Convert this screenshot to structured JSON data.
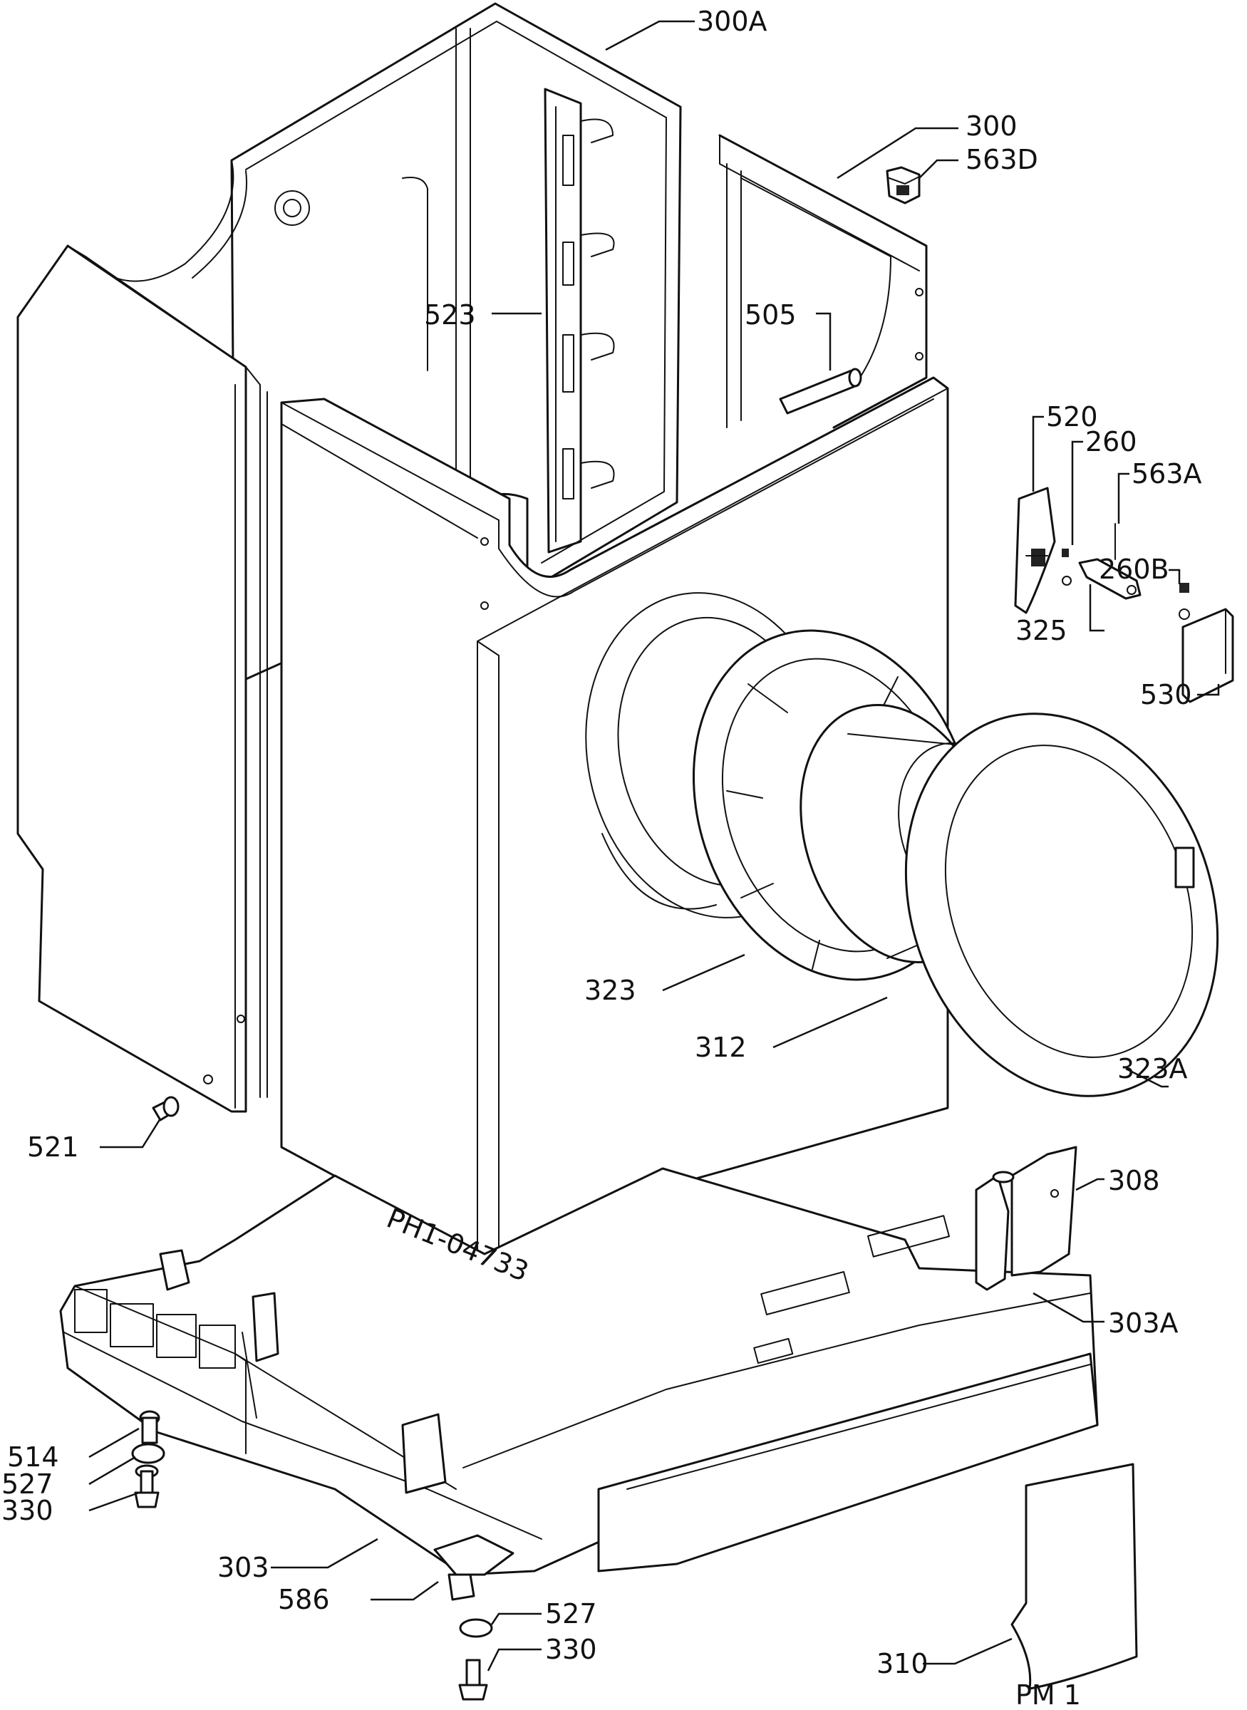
{
  "drawing_code": "PH1-04733",
  "sheet_label": "PM 1",
  "parts": {
    "p300A": "300A",
    "p300": "300",
    "p563D": "563D",
    "p523": "523",
    "p505": "505",
    "p520": "520",
    "p260": "260",
    "p563A": "563A",
    "p260B": "260B",
    "p325": "325",
    "p530": "530",
    "p323": "323",
    "p312": "312",
    "p323A": "323A",
    "p521": "521",
    "p308": "308",
    "p303A": "303A",
    "p514": "514",
    "p527a": "527",
    "p330a": "330",
    "p303": "303",
    "p586": "586",
    "p527b": "527",
    "p330b": "330",
    "p310": "310"
  }
}
